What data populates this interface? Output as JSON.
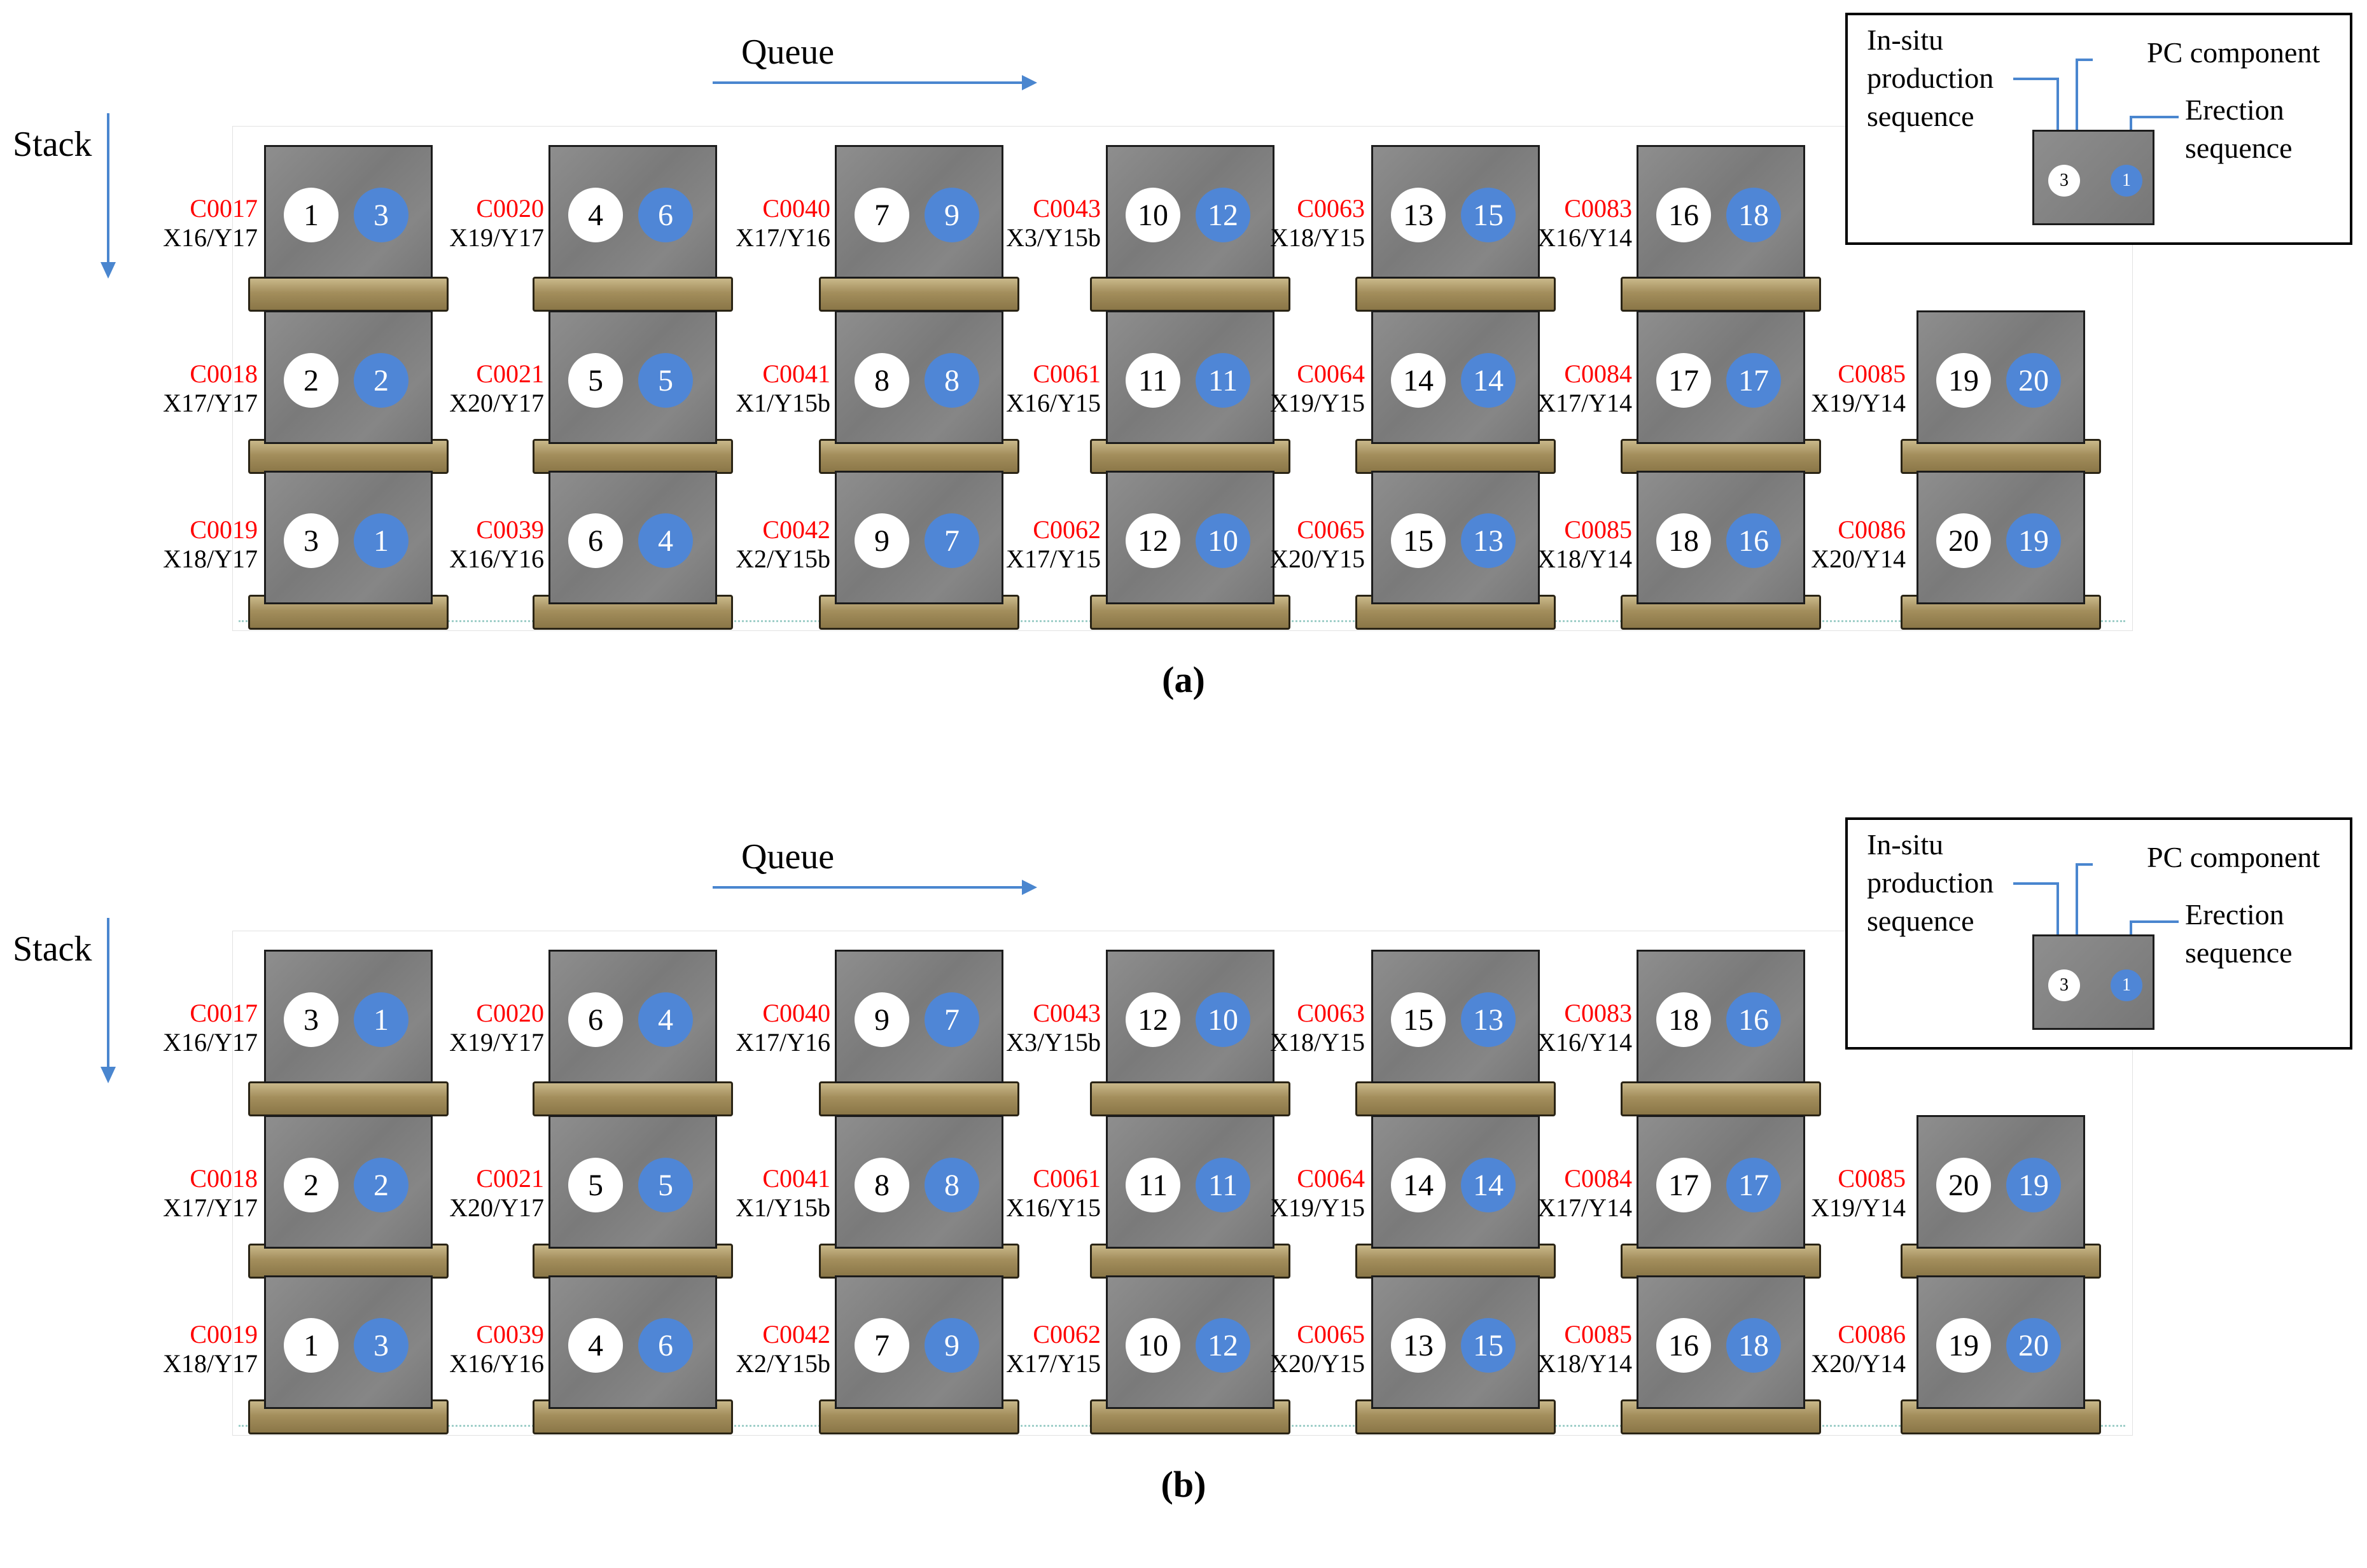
{
  "queue_label": "Queue",
  "stack_label": "Stack",
  "legend": {
    "in_situ": [
      "In-situ",
      "production",
      "sequence"
    ],
    "pc_component": "PC component",
    "erection": [
      "Erection",
      "sequence"
    ],
    "sample_production": "3",
    "sample_erection": "1"
  },
  "colors": {
    "code_text": "#ff0000",
    "erection_circle": "#4f86d6",
    "block": "#808080",
    "pallet": "#a38e5c"
  },
  "panels": [
    {
      "caption": "(a)",
      "columns": [
        [
          {
            "code": "C0017",
            "loc": "X16/Y17",
            "prod": "1",
            "erect": "3"
          },
          {
            "code": "C0018",
            "loc": "X17/Y17",
            "prod": "2",
            "erect": "2"
          },
          {
            "code": "C0019",
            "loc": "X18/Y17",
            "prod": "3",
            "erect": "1"
          }
        ],
        [
          {
            "code": "C0020",
            "loc": "X19/Y17",
            "prod": "4",
            "erect": "6"
          },
          {
            "code": "C0021",
            "loc": "X20/Y17",
            "prod": "5",
            "erect": "5"
          },
          {
            "code": "C0039",
            "loc": "X16/Y16",
            "prod": "6",
            "erect": "4"
          }
        ],
        [
          {
            "code": "C0040",
            "loc": "X17/Y16",
            "prod": "7",
            "erect": "9"
          },
          {
            "code": "C0041",
            "loc": "X1/Y15b",
            "prod": "8",
            "erect": "8"
          },
          {
            "code": "C0042",
            "loc": "X2/Y15b",
            "prod": "9",
            "erect": "7"
          }
        ],
        [
          {
            "code": "C0043",
            "loc": "X3/Y15b",
            "prod": "10",
            "erect": "12"
          },
          {
            "code": "C0061",
            "loc": "X16/Y15",
            "prod": "11",
            "erect": "11"
          },
          {
            "code": "C0062",
            "loc": "X17/Y15",
            "prod": "12",
            "erect": "10"
          }
        ],
        [
          {
            "code": "C0063",
            "loc": "X18/Y15",
            "prod": "13",
            "erect": "15"
          },
          {
            "code": "C0064",
            "loc": "X19/Y15",
            "prod": "14",
            "erect": "14"
          },
          {
            "code": "C0065",
            "loc": "X20/Y15",
            "prod": "15",
            "erect": "13"
          }
        ],
        [
          {
            "code": "C0083",
            "loc": "X16/Y14",
            "prod": "16",
            "erect": "18"
          },
          {
            "code": "C0084",
            "loc": "X17/Y14",
            "prod": "17",
            "erect": "17"
          },
          {
            "code": "C0085",
            "loc": "X18/Y14",
            "prod": "18",
            "erect": "16"
          }
        ],
        [
          null,
          {
            "code": "C0085",
            "loc": "X19/Y14",
            "prod": "19",
            "erect": "20"
          },
          {
            "code": "C0086",
            "loc": "X20/Y14",
            "prod": "20",
            "erect": "19"
          }
        ]
      ]
    },
    {
      "caption": "(b)",
      "columns": [
        [
          {
            "code": "C0017",
            "loc": "X16/Y17",
            "prod": "3",
            "erect": "1"
          },
          {
            "code": "C0018",
            "loc": "X17/Y17",
            "prod": "2",
            "erect": "2"
          },
          {
            "code": "C0019",
            "loc": "X18/Y17",
            "prod": "1",
            "erect": "3"
          }
        ],
        [
          {
            "code": "C0020",
            "loc": "X19/Y17",
            "prod": "6",
            "erect": "4"
          },
          {
            "code": "C0021",
            "loc": "X20/Y17",
            "prod": "5",
            "erect": "5"
          },
          {
            "code": "C0039",
            "loc": "X16/Y16",
            "prod": "4",
            "erect": "6"
          }
        ],
        [
          {
            "code": "C0040",
            "loc": "X17/Y16",
            "prod": "9",
            "erect": "7"
          },
          {
            "code": "C0041",
            "loc": "X1/Y15b",
            "prod": "8",
            "erect": "8"
          },
          {
            "code": "C0042",
            "loc": "X2/Y15b",
            "prod": "7",
            "erect": "9"
          }
        ],
        [
          {
            "code": "C0043",
            "loc": "X3/Y15b",
            "prod": "12",
            "erect": "10"
          },
          {
            "code": "C0061",
            "loc": "X16/Y15",
            "prod": "11",
            "erect": "11"
          },
          {
            "code": "C0062",
            "loc": "X17/Y15",
            "prod": "10",
            "erect": "12"
          }
        ],
        [
          {
            "code": "C0063",
            "loc": "X18/Y15",
            "prod": "15",
            "erect": "13"
          },
          {
            "code": "C0064",
            "loc": "X19/Y15",
            "prod": "14",
            "erect": "14"
          },
          {
            "code": "C0065",
            "loc": "X20/Y15",
            "prod": "13",
            "erect": "15"
          }
        ],
        [
          {
            "code": "C0083",
            "loc": "X16/Y14",
            "prod": "18",
            "erect": "16"
          },
          {
            "code": "C0084",
            "loc": "X17/Y14",
            "prod": "17",
            "erect": "17"
          },
          {
            "code": "C0085",
            "loc": "X18/Y14",
            "prod": "16",
            "erect": "18"
          }
        ],
        [
          null,
          {
            "code": "C0085",
            "loc": "X19/Y14",
            "prod": "20",
            "erect": "19"
          },
          {
            "code": "C0086",
            "loc": "X20/Y14",
            "prod": "19",
            "erect": "20"
          }
        ]
      ]
    }
  ]
}
